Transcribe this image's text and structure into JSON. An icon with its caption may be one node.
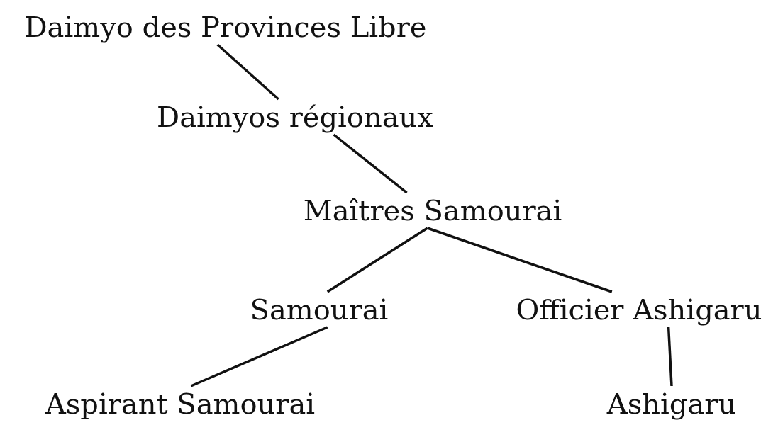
{
  "diagram": {
    "nodes": [
      {
        "text": [
          "Daimyo des Provinces Libre"
        ]
      },
      {
        "text": [
          "Daimyos régionaux"
        ]
      },
      {
        "text": [
          "Maîtres Samourai"
        ]
      },
      {
        "text": [
          "Samourai"
        ]
      },
      {
        "text": [
          "Officier Ashigaru"
        ]
      },
      {
        "text": [
          "Aspirant Samourai"
        ]
      },
      {
        "text": [
          "Ashigaru"
        ]
      }
    ],
    "edges": [
      {
        "from": 0,
        "to": 1,
        "arrow": "none"
      },
      {
        "from": 1,
        "to": 2,
        "arrow": "none"
      },
      {
        "from": 2,
        "to": 3,
        "arrow": "none"
      },
      {
        "from": 2,
        "to": 4,
        "arrow": "none"
      },
      {
        "from": 4,
        "to": 6,
        "arrow": "none"
      },
      {
        "from": 3,
        "to": 5,
        "arrow": "none"
      }
    ]
  }
}
